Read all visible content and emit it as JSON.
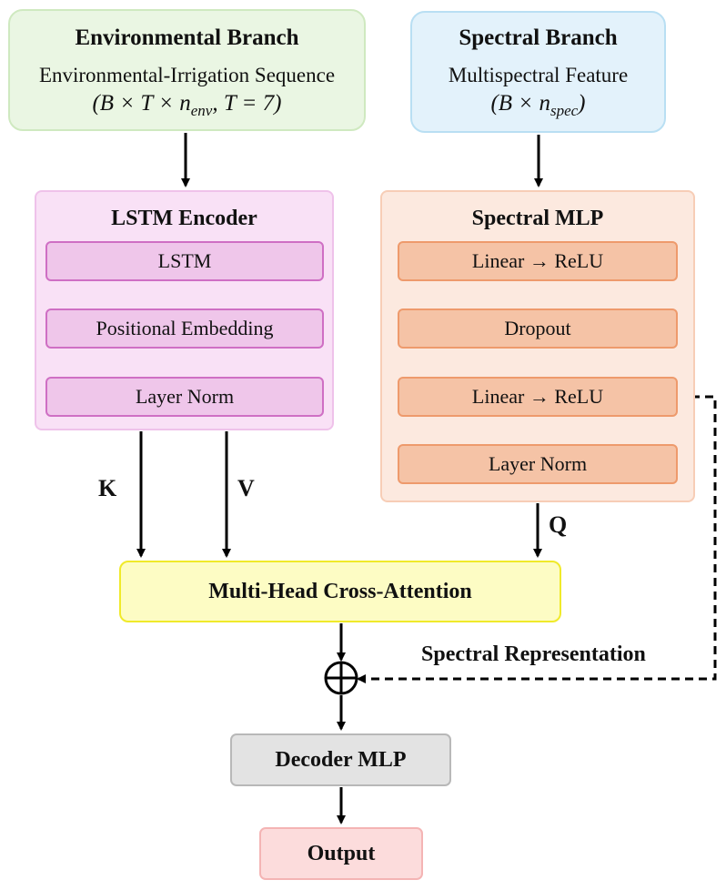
{
  "env_branch": {
    "title": "Environmental Branch",
    "subtitle": "Environmental-Irrigation Sequence",
    "shape_open": "(B × T × n",
    "shape_sub": "env",
    "shape_close": ", T = 7)"
  },
  "spec_branch": {
    "title": "Spectral Branch",
    "subtitle": "Multispectral Feature",
    "shape_open": "(B × n",
    "shape_sub": "spec",
    "shape_close": ")"
  },
  "lstm_encoder": {
    "title": "LSTM Encoder",
    "layers": [
      "LSTM",
      "Positional Embedding",
      "Layer Norm"
    ]
  },
  "spectral_mlp": {
    "title": "Spectral MLP",
    "layers": [
      "Linear → ReLU",
      "Dropout",
      "Linear → ReLU",
      "Layer Norm"
    ]
  },
  "labels": {
    "k": "K",
    "v": "V",
    "q": "Q",
    "spectral_representation": "Spectral Representation"
  },
  "cross_attention": "Multi-Head Cross-Attention",
  "decoder": "Decoder MLP",
  "output": "Output"
}
